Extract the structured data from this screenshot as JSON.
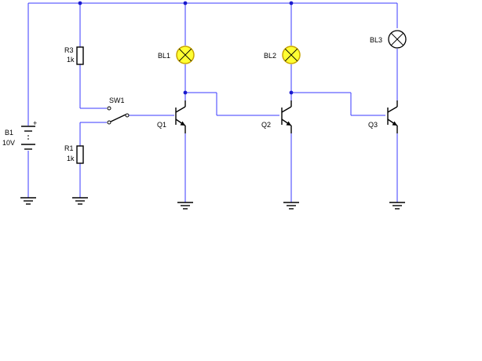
{
  "colors": {
    "wire": "#3a3aff",
    "junction": "#1a1acc",
    "lamp_on": "#ffff33",
    "lamp_on_border": "#c8a400",
    "lamp_off": "#ffffff",
    "component": "#000000"
  },
  "components": {
    "battery": {
      "ref": "B1",
      "value": "10V",
      "plus": "+"
    },
    "r3": {
      "ref": "R3",
      "value": "1k"
    },
    "r1": {
      "ref": "R1",
      "value": "1k"
    },
    "sw1": {
      "ref": "SW1"
    },
    "bl1": {
      "ref": "BL1",
      "state": "on"
    },
    "bl2": {
      "ref": "BL2",
      "state": "on"
    },
    "bl3": {
      "ref": "BL3",
      "state": "off"
    },
    "q1": {
      "ref": "Q1"
    },
    "q2": {
      "ref": "Q2"
    },
    "q3": {
      "ref": "Q3"
    }
  }
}
